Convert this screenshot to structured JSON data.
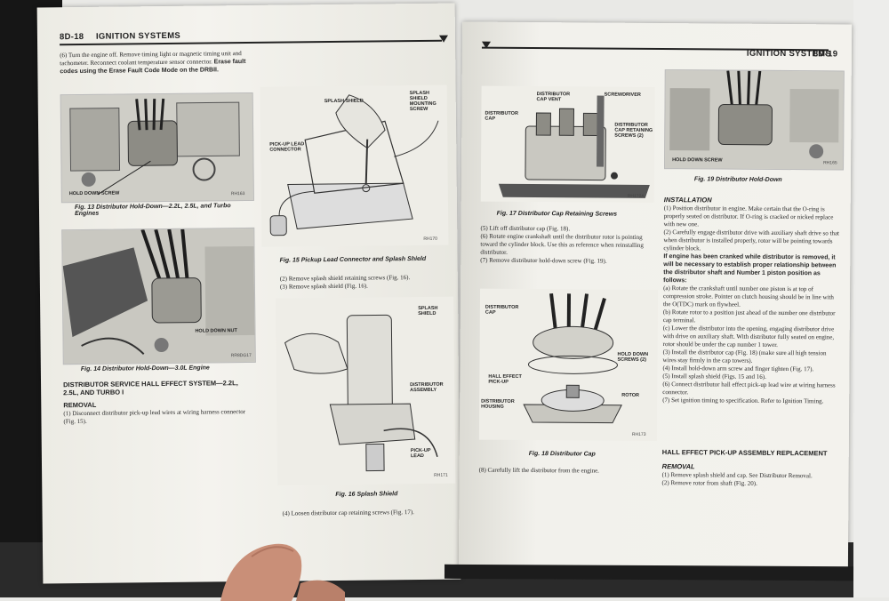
{
  "left_page": {
    "page_number": "8D-18",
    "header": "IGNITION SYSTEMS",
    "intro_text": "(6) Turn the engine off. Remove timing light or magnetic timing unit and tachometer. Reconnect coolant temperature sensor connector.",
    "intro_bold": "Erase fault codes using the Erase Fault Code Mode on the DRBII.",
    "fig13_caption": "Fig. 13 Distributor Hold-Down—2.2L, 2.5L, and Turbo Engines",
    "fig13_label": "HOLD DOWN SCREW",
    "fig13_code": "RH163",
    "fig14_caption": "Fig. 14 Distributor Hold-Down—3.0L Engine",
    "fig14_label": "HOLD DOWN NUT",
    "fig14_code": "RR8DG17",
    "section_heading": "DISTRIBUTOR SERVICE HALL EFFECT SYSTEM—2.2L, 2.5L, AND TURBO I",
    "removal_heading": "REMOVAL",
    "removal_step1": "(1) Disconnect distributor pick-up lead wires at wiring harness connector (Fig. 15).",
    "fig15_labels": [
      "SPLASH SHIELD",
      "SPLASH SHIELD MOUNTING SCREW",
      "PICK-UP LEAD CONNECTOR"
    ],
    "fig15_code": "RH170",
    "fig15_caption": "Fig. 15 Pickup Lead Connector and Splash Shield",
    "step2": "(2) Remove splash shield retaining screws (Fig. 16).",
    "step3": "(3) Remove splash shield (Fig. 16).",
    "fig16_labels": [
      "SPLASH SHIELD",
      "DISTRIBUTOR ASSEMBLY",
      "PICK-UP LEAD"
    ],
    "fig16_code": "RH171",
    "fig16_caption": "Fig. 16 Splash Shield",
    "step4": "(4) Loosen distributor cap retaining screws (Fig. 17)."
  },
  "right_page": {
    "page_number": "8D-19",
    "header": "IGNITION SYSTEMS",
    "fig17_labels": [
      "DISTRIBUTOR CAP",
      "DISTRIBUTOR CAP VENT",
      "SCREWDRIVER",
      "DISTRIBUTOR CAP RETAINING SCREWS (2)"
    ],
    "fig17_code": "RH172A",
    "fig17_caption": "Fig. 17 Distributor Cap Retaining Screws",
    "step5": "(5) Lift off distributor cap (Fig. 18).",
    "step6": "(6) Rotate engine crankshaft until the distributor rotor is pointing toward the cylinder block. Use this as reference when reinstalling distributor.",
    "step7": "(7) Remove distributor hold-down screw (Fig. 19).",
    "fig18_labels": [
      "DISTRIBUTOR CAP",
      "HALL EFFECT PICK-UP",
      "DISTRIBUTOR HOUSING",
      "HOLD DOWN SCREWS (2)",
      "ROTOR"
    ],
    "fig18_code": "RH173",
    "fig18_caption": "Fig. 18 Distributor Cap",
    "step8": "(8) Carefully lift the distributor from the engine.",
    "fig19_label": "HOLD DOWN SCREW",
    "fig19_code": "RH165",
    "fig19_caption": "Fig. 19 Distributor Hold-Down",
    "install_heading": "INSTALLATION",
    "install_text1": "(1) Position distributor in engine. Make certain that the O-ring is properly seated on distributor. If O-ring is cracked or nicked replace with new one.",
    "install_text2": "(2) Carefully engage distributor drive with auxiliary shaft drive so that when distributor is installed properly, rotor will be pointing towards cylinder block.",
    "install_bold": "If engine has been cranked while distributor is removed, it will be necessary to establish proper relationship between the distributor shaft and Number 1 piston position as follows:",
    "install_a": "(a) Rotate the crankshaft until number one piston is at top of compression stroke. Pointer on clutch housing should be in line with the O(TDC) mark on flywheel.",
    "install_b": "(b) Rotate rotor to a position just ahead of the number one distributor cap terminal.",
    "install_c": "(c) Lower the distributor into the opening, engaging distributor drive with drive on auxiliary shaft. With distributor fully seated on engine, rotor should be under the cap number 1 tower.",
    "install_3": "(3) Install the distributor cap (Fig. 18) (make sure all high tension wires stay firmly in the cap towers).",
    "install_4": "(4) Install hold-down arm screw and finger tighten (Fig. 17).",
    "install_5": "(5) Install splash shield (Figs. 15 and 16).",
    "install_6": "(6) Connect distributor hall effect pick-up lead wire at wiring harness connector.",
    "install_7": "(7) Set ignition timing to specification. Refer to Ignition Timing.",
    "hall_heading": "HALL EFFECT PICK-UP ASSEMBLY REPLACEMENT",
    "removal_heading": "REMOVAL",
    "removal_1": "(1) Remove splash shield and cap. See Distributor Removal.",
    "removal_2": "(2) Remove rotor from shaft (Fig. 20)."
  }
}
